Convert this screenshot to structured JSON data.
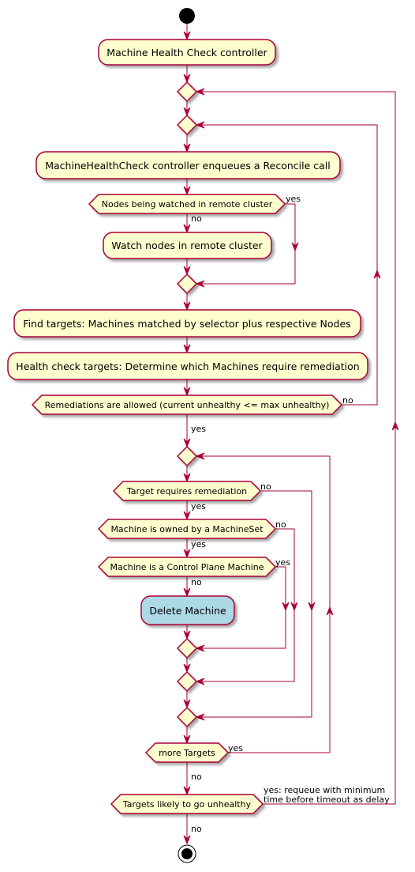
{
  "colors": {
    "activity_fill": "#FEFECE",
    "border": "#A80036",
    "highlight_fill": "#ADD8E6",
    "node_black": "#000000"
  },
  "activities": {
    "mhc_controller": "Machine Health Check controller",
    "enqueue": "MachineHealthCheck controller enqueues a Reconcile call",
    "watch_nodes": "Watch nodes in remote cluster",
    "find_targets": "Find targets: Machines matched by selector plus respective Nodes",
    "health_check": "Health check targets: Determine which Machines require remediation",
    "delete_machine": "Delete Machine"
  },
  "decisions": {
    "nodes_watched": "Nodes being watched in remote cluster",
    "remediations_allowed": "Remediations are allowed (current unhealthy <= max unhealthy)",
    "target_requires": "Target requires remediation",
    "owned_by_machineset": "Machine is owned by a MachineSet",
    "control_plane": "Machine is a Control Plane Machine",
    "more_targets": "more Targets",
    "likely_unhealthy": "Targets likely to go unhealthy"
  },
  "labels": {
    "nodes_watched_yes": "yes",
    "nodes_watched_no": "no",
    "remediations_no": "no",
    "remediations_yes": "yes",
    "target_requires_no": "no",
    "target_requires_yes": "yes",
    "owned_no": "no",
    "owned_yes": "yes",
    "control_plane_yes": "yes",
    "control_plane_no": "no",
    "more_targets_yes": "yes",
    "more_targets_no": "no",
    "likely_yes_line1": "yes: requeue with minimum",
    "likely_yes_line2": "time before timeout as delay",
    "likely_no": "no"
  }
}
